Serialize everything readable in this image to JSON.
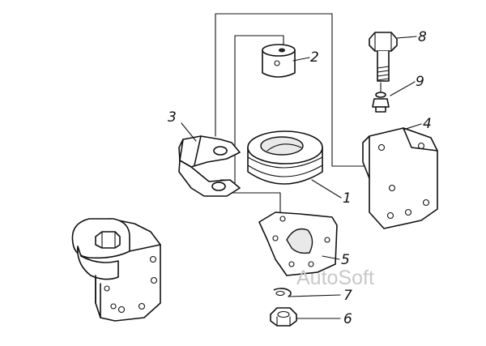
{
  "callouts": {
    "c1": "1",
    "c2": "2",
    "c3": "3",
    "c4": "4",
    "c5": "5",
    "c6": "6",
    "c7": "7",
    "c8": "8",
    "c9": "9"
  },
  "watermark": "AutoSoft"
}
